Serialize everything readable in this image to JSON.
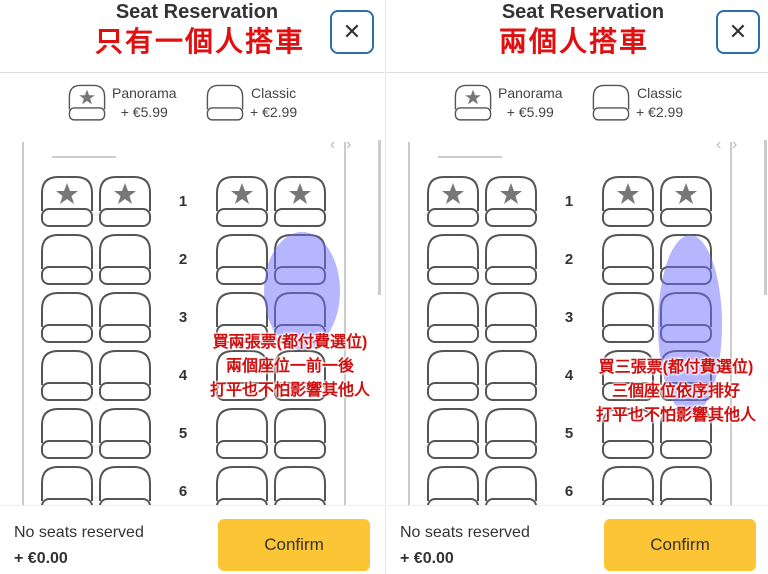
{
  "panels": [
    {
      "title": "Seat Reservation",
      "annotation_title": "只有一個人搭車",
      "close_icon": "close-icon",
      "legend": [
        {
          "label": "Panorama",
          "price": "+ €5.99",
          "icon": "seat-star-icon"
        },
        {
          "label": "Classic",
          "price": "+ €2.99",
          "icon": "seat-icon"
        }
      ],
      "rows": [
        "1",
        "2",
        "3",
        "4",
        "5",
        "6"
      ],
      "highlighted_seats": [
        "2D",
        "3D"
      ],
      "note": [
        "買兩張票(都付費選位)",
        "兩個座位一前一後",
        "打平也不怕影響其他人"
      ],
      "footer": {
        "status": "No seats reserved",
        "price": "+ €0.00",
        "confirm_label": "Confirm"
      }
    },
    {
      "title": "Seat Reservation",
      "annotation_title": "兩個人搭車",
      "close_icon": "close-icon",
      "legend": [
        {
          "label": "Panorama",
          "price": "+ €5.99",
          "icon": "seat-star-icon"
        },
        {
          "label": "Classic",
          "price": "+ €2.99",
          "icon": "seat-icon"
        }
      ],
      "rows": [
        "1",
        "2",
        "3",
        "4",
        "5",
        "6"
      ],
      "highlighted_seats": [
        "2D",
        "3D",
        "4D"
      ],
      "note": [
        "買三張票(都付費選位)",
        "三個座位依序排好",
        "打平也不怕影響其他人"
      ],
      "footer": {
        "status": "No seats reserved",
        "price": "+ €0.00",
        "confirm_label": "Confirm"
      }
    }
  ],
  "colors": {
    "highlight": "#6e6eff",
    "annotation": "#e01010",
    "confirm": "#fcc536",
    "close_border": "#2a6db0"
  }
}
